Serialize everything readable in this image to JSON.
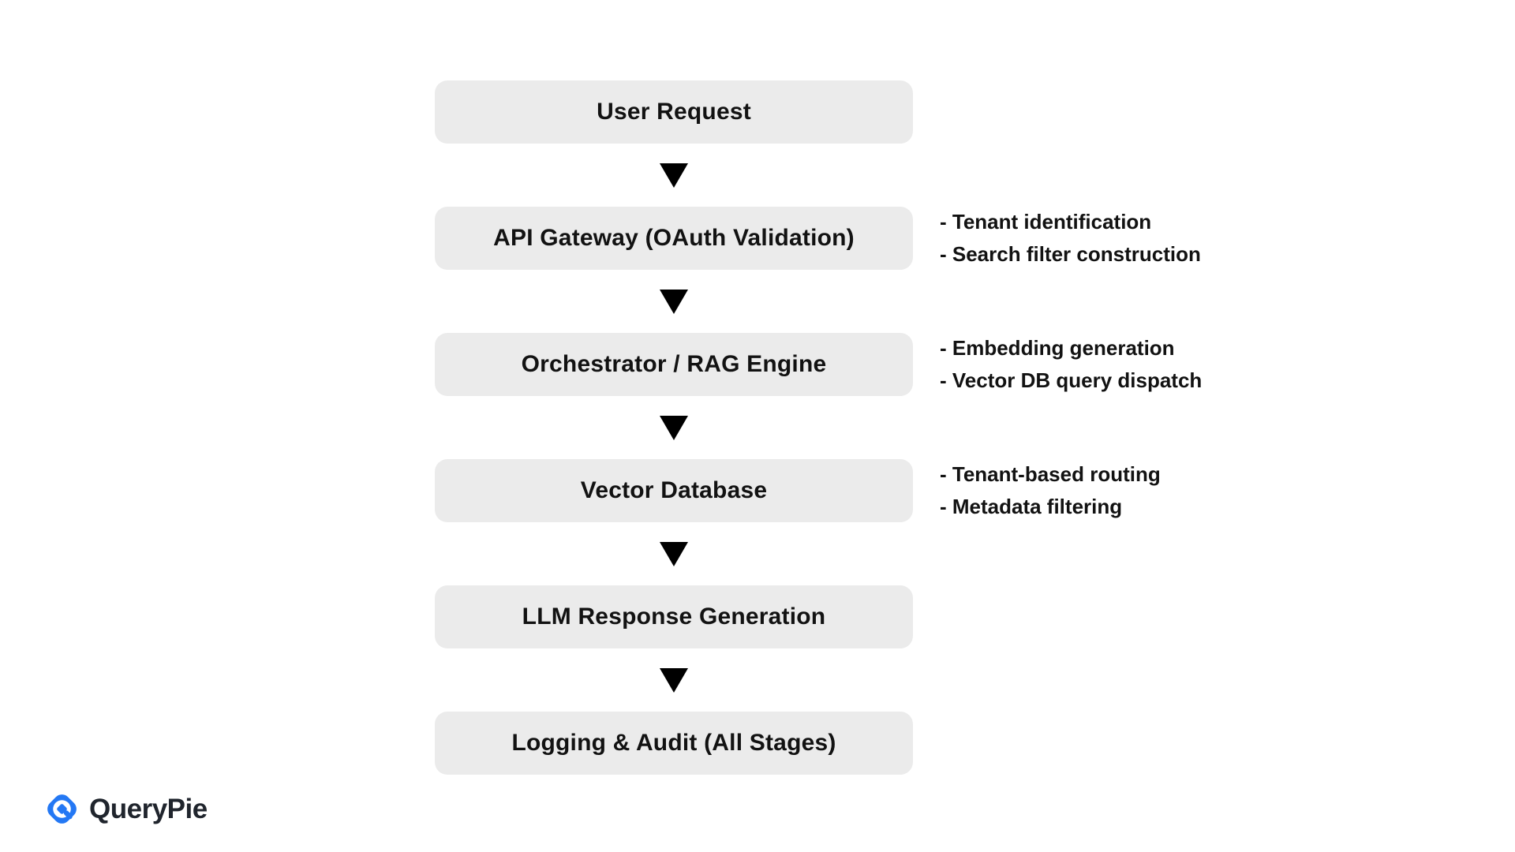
{
  "flow": {
    "steps": [
      {
        "label": "User Request"
      },
      {
        "label": "API Gateway (OAuth Validation)",
        "notes": [
          "- Tenant identification",
          "- Search filter construction"
        ]
      },
      {
        "label": "Orchestrator / RAG Engine",
        "notes": [
          "- Embedding generation",
          "- Vector DB query dispatch"
        ]
      },
      {
        "label": "Vector Database",
        "notes": [
          "- Tenant-based routing",
          "- Metadata filtering"
        ]
      },
      {
        "label": "LLM Response Generation"
      },
      {
        "label": "Logging & Audit (All Stages)"
      }
    ],
    "colors": {
      "box_background": "#ebebeb",
      "text": "#121212",
      "arrow": "#000000"
    }
  },
  "branding": {
    "logo_text": "QueryPie",
    "logo_blue": "#2478f4",
    "logo_text_color": "#20252d"
  }
}
